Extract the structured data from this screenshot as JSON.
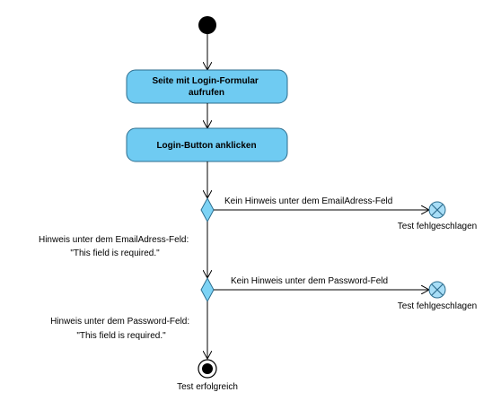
{
  "diagram": {
    "actions": {
      "open_login_page": [
        "Seite mit Login-Formular",
        "aufrufen"
      ],
      "click_login_button": "Login-Button anklicken"
    },
    "decisions": {
      "email_check": {
        "fail_branch_label": "Kein Hinweis unter dem EmailAdress-Feld",
        "pass_branch_label": [
          "Hinweis unter dem EmailAdress-Feld:",
          "\"This field is required.\""
        ]
      },
      "password_check": {
        "fail_branch_label": "Kein Hinweis unter dem Password-Feld",
        "pass_branch_label": [
          "Hinweis unter dem Password-Feld:",
          "\"This field is required.\""
        ]
      }
    },
    "flow_finals": {
      "email_fail": "Test fehlgeschlagen",
      "password_fail": "Test fehlgeschlagen"
    },
    "activity_final": "Test erfolgreich",
    "colors": {
      "action_fill": "#6FCBF2",
      "action_stroke": "#2E6E8E",
      "decision_fill": "#7DD3F5",
      "final_fill": "#A8DEF7",
      "line": "#000000"
    }
  }
}
